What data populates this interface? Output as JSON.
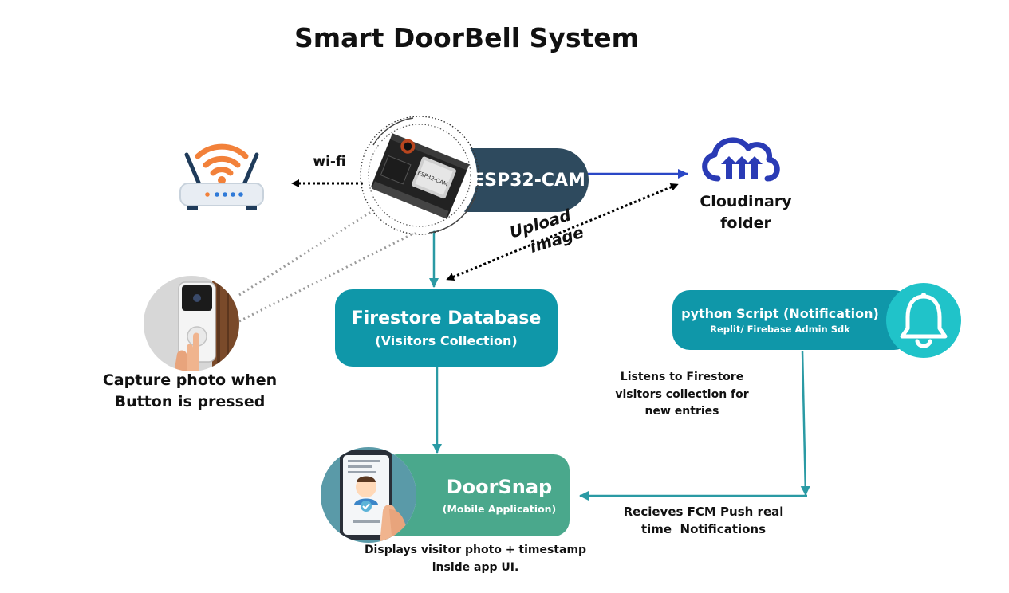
{
  "title": "Smart DoorBell System",
  "nodes": {
    "esp32": {
      "label": "ESP32-CAM",
      "chip_text": "ESP32-CAM"
    },
    "cloudinary": {
      "line1": "Cloudinary",
      "line2": "folder"
    },
    "firestore": {
      "title": "Firestore Database",
      "subtitle": "(Visitors Collection)"
    },
    "python": {
      "title": "python Script (Notification)",
      "subtitle": "Replit/ Firebase Admin Sdk"
    },
    "doorbell": {
      "line1": "Capture photo when",
      "line2": "Button is pressed"
    },
    "app": {
      "title": "DoorSnap",
      "subtitle": "(Mobile Application)"
    }
  },
  "edge_labels": {
    "wifi": "wi-fi",
    "upload": [
      "Upload",
      "image"
    ],
    "listens": [
      "Listens to Firestore",
      "visitors collection for",
      "new entries"
    ],
    "fcm": [
      "Recieves FCM Push real",
      "time  Notifications"
    ],
    "displays": [
      "Displays visitor photo + timestamp",
      "inside app UI."
    ]
  },
  "colors": {
    "esp32_pill": "#2e4a5e",
    "firestore": "#0f97a9",
    "python": "#0f97a9",
    "bell_circle": "#20c3c9",
    "app": "#4aa88c",
    "arrow_blue": "#2a47c6",
    "arrow_teal": "#2a9aa4",
    "cloud": "#2a3bb5",
    "wifi_orange": "#f2813a"
  },
  "icons": [
    "router-wifi-icon",
    "esp32-cam-board-icon",
    "cloudinary-cloud-icon",
    "doorbell-photo-icon",
    "bell-icon",
    "phone-app-icon"
  ]
}
